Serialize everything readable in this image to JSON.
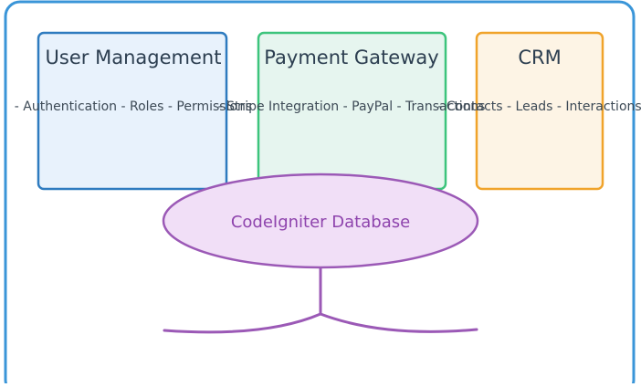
{
  "modules": [
    {
      "title": "User Management",
      "items": "- Authentication - Roles - Permissions",
      "fill": "#e8f2fc",
      "stroke": "#2e7bbf"
    },
    {
      "title": "Payment Gateway",
      "items": "- Stripe Integration - PayPal - Transactions",
      "fill": "#e6f5ef",
      "stroke": "#3cc47c"
    },
    {
      "title": "CRM",
      "items": "- Contacts - Leads - Interactions",
      "fill": "#fdf4e5",
      "stroke": "#f0a32a"
    }
  ],
  "database": {
    "label": "CodeIgniter Database",
    "fill": "#f1dff7",
    "stroke": "#9b59b6",
    "text_color": "#8e44ad"
  },
  "colors": {
    "outer_border": "#3a95d8",
    "title_text": "#2c3e50",
    "item_text": "#3d4a56",
    "connector": "#9b59b6"
  }
}
